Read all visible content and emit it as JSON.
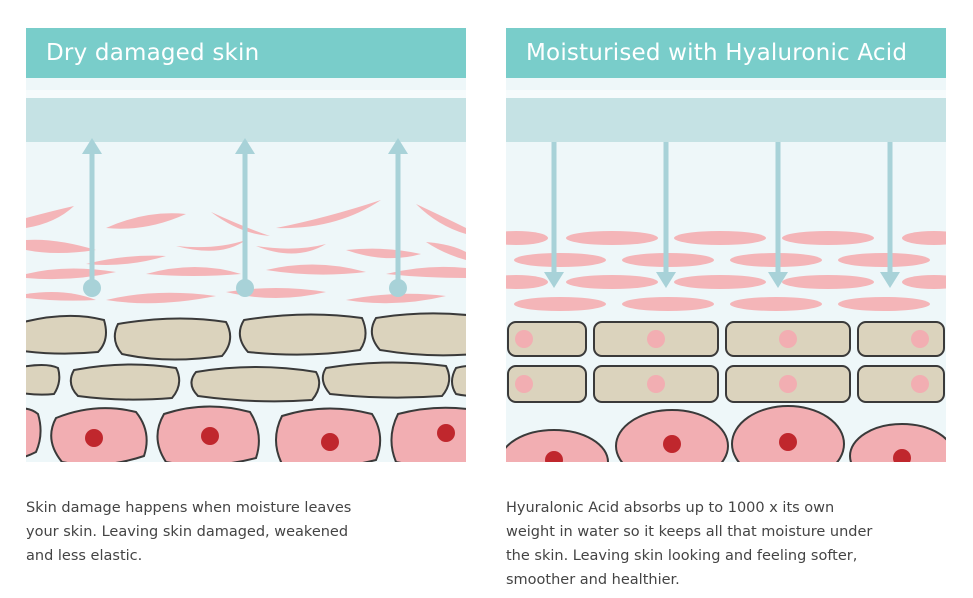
{
  "left_panel": {
    "title": "Dry damaged skin",
    "caption": "Skin damage happens when moisture leaves\nyour skin.  Leaving skin damaged, weakened\nand less elastic."
  },
  "right_panel": {
    "title": "Moisturised with Hyaluronic Acid",
    "caption": "Hyuralonic Acid absorbs up to 1000 x its own\nweight in water so it keeps all that moisture under\nthe skin. Leaving skin looking and feeling softer,\nsmoother and healthier."
  },
  "colors": {
    "header": "#79cdca",
    "surface_band": "#c5e2e4",
    "background": "#eef7f9",
    "pink_fiber": "#f4b5b8",
    "cell_beige": "#dbd3bd",
    "cell_outline": "#3a3a3a",
    "red_cell": "#f2aeb2",
    "nucleus": "#c0272d"
  }
}
